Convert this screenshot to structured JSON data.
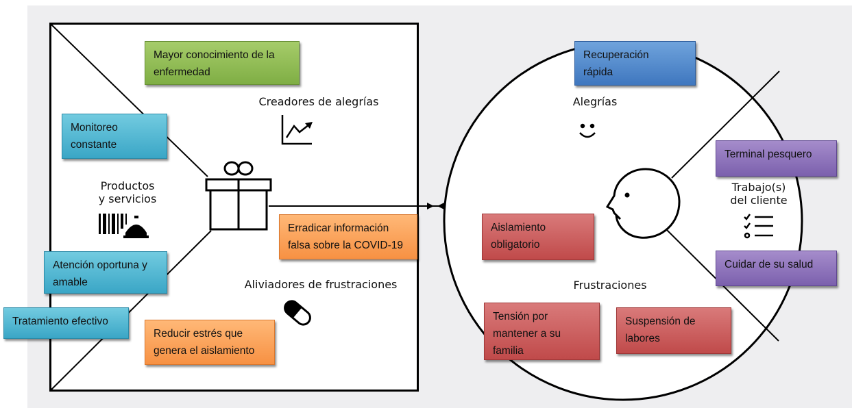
{
  "value_map": {
    "gain_creators_title": "Creadores de alegrías",
    "products_title": "Productos\ny servicios",
    "pain_relievers_title": "Aliviadores de frustraciones"
  },
  "customer_profile": {
    "gains_title": "Alegrías",
    "jobs_title": "Trabajo(s)\ndel cliente",
    "pains_title": "Frustraciones"
  },
  "notes": {
    "mayor_conocimiento": "Mayor conocimiento de la\nenfermedad",
    "monitoreo": "Monitoreo\nconstante",
    "atencion": "Atención oportuna y\namable",
    "tratamiento": "Tratamiento efectivo",
    "erradicar": "Erradicar información\nfalsa sobre la COVID-19",
    "reducir": "Reducir estrés que\ngenera el aislamiento",
    "recuperacion": "Recuperación\nrápida",
    "terminal": "Terminal pesquero",
    "cuidar": "Cuidar de su salud",
    "aislamiento": "Aislamiento\nobligatorio",
    "tension": "Tensión por\nmantener a su\nfamilia",
    "suspension": "Suspensión de\nlabores"
  },
  "colors": {
    "green": "#8dba52",
    "blue": "#4f86c9",
    "teal": "#4bb3d0",
    "orange": "#f99b4f",
    "red": "#c85a5a",
    "purple": "#8a70b8"
  },
  "icons": [
    "growth-chart-icon",
    "smile-icon",
    "gift-icon",
    "barcode-bell-icon",
    "face-icon",
    "checklist-icon",
    "pill-icon"
  ]
}
